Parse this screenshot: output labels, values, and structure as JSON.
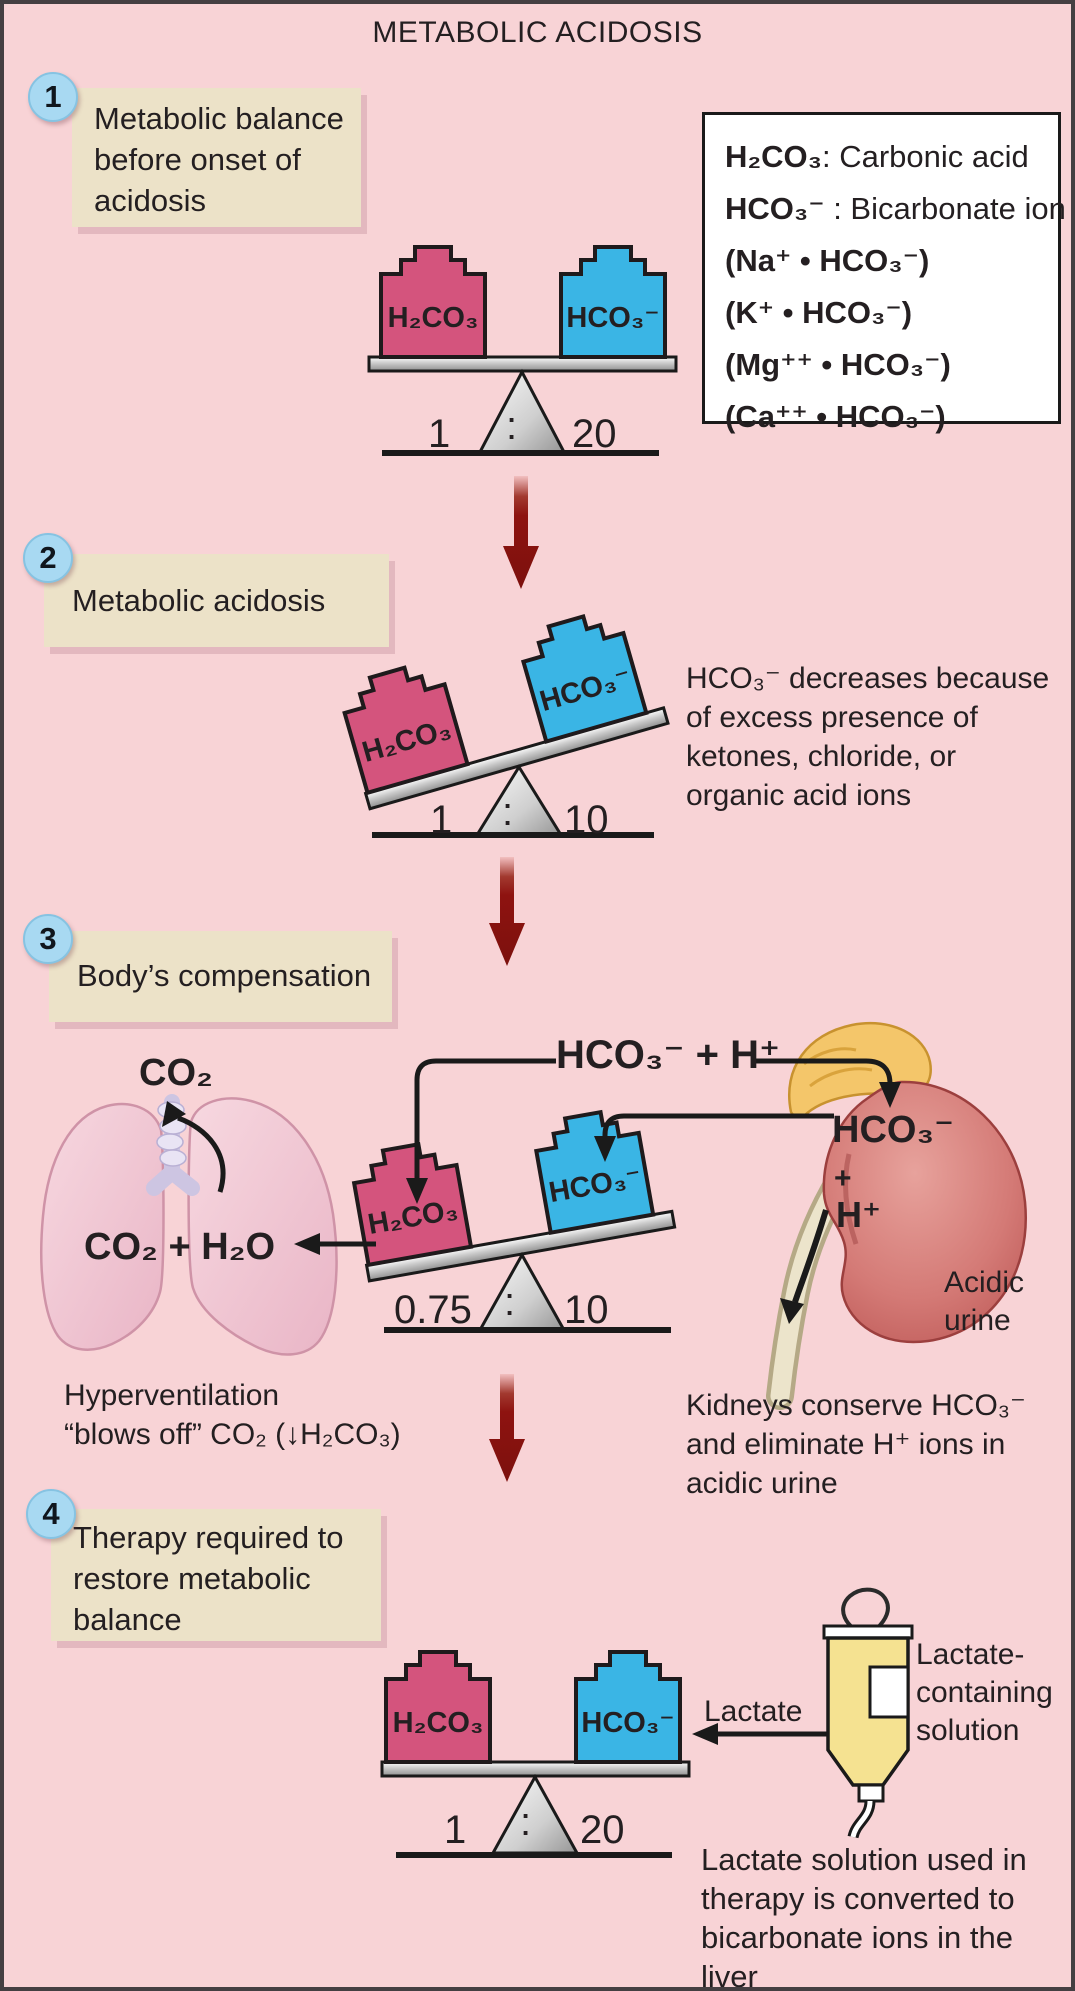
{
  "title": "METABOLIC ACIDOSIS",
  "colors": {
    "background": "#f8d3d6",
    "pink_weight": "#d4547d",
    "blue_weight": "#3ab5e5",
    "arrow_red": "#8e1310",
    "step_box": "#ece2c8",
    "badge_blue": "#a8d9f2"
  },
  "legend": {
    "items": [
      {
        "bold": "H₂CO₃",
        "normal": ": Carbonic acid"
      },
      {
        "bold": "HCO₃⁻",
        "normal": " : Bicarbonate ion"
      },
      {
        "bold": "(Na⁺ • HCO₃⁻)",
        "normal": ""
      },
      {
        "bold": "(K⁺ • HCO₃⁻)",
        "normal": ""
      },
      {
        "bold": "(Mg⁺⁺ • HCO₃⁻)",
        "normal": ""
      },
      {
        "bold": "(Ca⁺⁺ • HCO₃⁻)",
        "normal": ""
      }
    ]
  },
  "steps": [
    {
      "num": "1",
      "label": "Metabolic balance before onset of acidosis"
    },
    {
      "num": "2",
      "label": "Metabolic acidosis"
    },
    {
      "num": "3",
      "label": "Body’s compensation"
    },
    {
      "num": "4",
      "label": "Therapy required to restore metabolic balance"
    }
  ],
  "scales": {
    "s1": {
      "left_weight": "H₂CO₃",
      "right_weight": "HCO₃⁻",
      "ratio_left": "1",
      "colon": ":",
      "ratio_right": "20"
    },
    "s2": {
      "left_weight": "H₂CO₃",
      "right_weight": "HCO₃⁻",
      "ratio_left": "1",
      "colon": ":",
      "ratio_right": "10"
    },
    "s3": {
      "left_weight": "H₂CO₃",
      "right_weight": "HCO₃⁻",
      "ratio_left": "0.75",
      "colon": ":",
      "ratio_right": "10"
    },
    "s4": {
      "left_weight": "H₂CO₃",
      "right_weight": "HCO₃⁻",
      "ratio_left": "1",
      "colon": ":",
      "ratio_right": "20"
    }
  },
  "notes": {
    "s2_note": "HCO₃⁻ decreases because of excess presence of ketones, chloride, or organic acid ions",
    "co2": "CO₂",
    "co2_h2o": "CO₂ + H₂O",
    "hco3_h": "HCO₃⁻ + H⁺",
    "kidney_hco3": "HCO₃⁻",
    "kidney_plus": "+",
    "kidney_h": "H⁺",
    "acidic_urine": "Acidic urine",
    "hyper_line1": "Hyperventilation",
    "hyper_line2": "“blows off” CO₂ (↓H₂CO₃)",
    "kidneys_note": "Kidneys conserve HCO₃⁻ and eliminate H⁺ ions in acidic urine",
    "lactate": "Lactate",
    "lactate_solution": "Lactate-containing solution",
    "bottom_note": "Lactate solution used in therapy is converted to bicarbonate ions in the liver"
  }
}
